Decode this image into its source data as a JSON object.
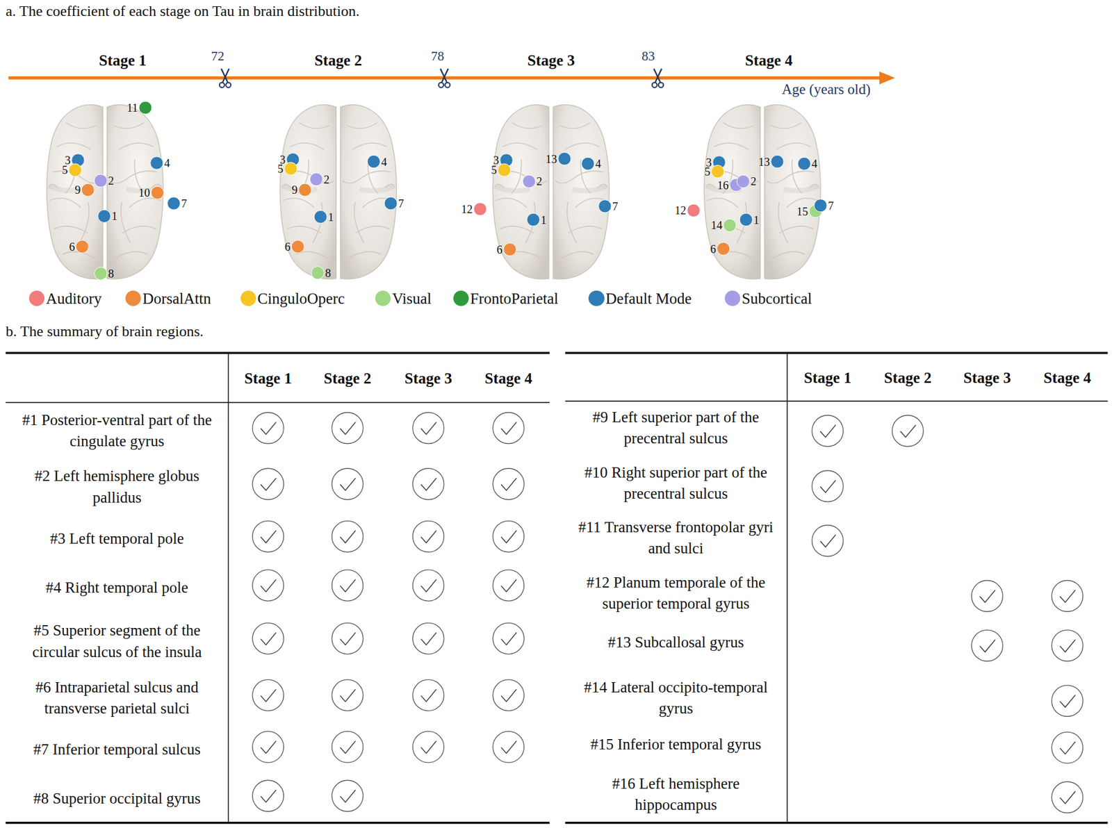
{
  "diagram": {
    "labels": [
      "a. The coefficient of each stage on Tau in brain distribution.",
      "Stage 1",
      "72",
      "Stage 2",
      "78",
      "Stage 3",
      "83",
      "Stage 4",
      "Age (years old)",
      "11",
      "3",
      "5",
      "2",
      "9",
      "4",
      "10",
      "7",
      "1",
      "6",
      "8",
      "3",
      "5",
      "2",
      "9",
      "4",
      "7",
      "1",
      "6",
      "8",
      "3",
      "5",
      "2",
      "13",
      "4",
      "12",
      "7",
      "1",
      "6",
      "3",
      "5",
      "16",
      "2",
      "13",
      "4",
      "12",
      "14",
      "1",
      "15",
      "7",
      "6",
      "b. The summary of brain regions.",
      "Stage 1",
      "Stage 2",
      "Stage 3",
      "Stage 4",
      "#1 Posterior-ventral part of the cingulate gyrus",
      "#2 Left hemisphere globus pallidus",
      "#3 Left temporal pole",
      "#4 Right temporal pole",
      "#5 Superior segment of the circular sulcus of the insula",
      "#6 Intraparietal sulcus and transverse parietal sulci",
      "#7 Inferior temporal sulcus",
      "#8 Superior occipital gyrus",
      "Stage 1",
      "Stage 2",
      "Stage 3",
      "Stage 4",
      "#9 Left superior part of the precentral sulcus",
      "#10 Right superior part of the precentral sulcus",
      "#11 Transverse frontopolar gyri and sulci",
      "#12 Planum temporale of the superior temporal gyrus",
      "#13 Subcallosal gyrus",
      "#14 Lateral occipito-temporal gyrus",
      "#15 Inferior temporal gyrus",
      "#16 Left hemisphere hippocampus"
    ],
    "legend": [
      {
        "text": "Auditory",
        "color": "#f27b7b"
      },
      {
        "text": "DorsalAttn",
        "color": "#ee8a3c"
      },
      {
        "text": "CinguloOperc",
        "color": "#f5c623"
      },
      {
        "text": "Visual",
        "color": "#9fd783"
      },
      {
        "text": "FrontoParietal",
        "color": "#2f9a3c"
      },
      {
        "text": "Default Mode",
        "color": "#2f7cb6"
      },
      {
        "text": "Subcortical",
        "color": "#a29de6"
      }
    ]
  }
}
